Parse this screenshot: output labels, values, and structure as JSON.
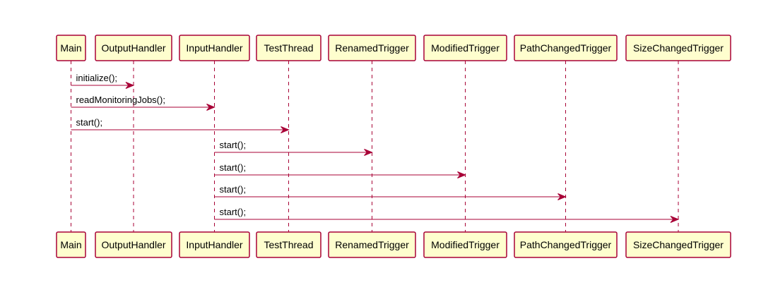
{
  "colors": {
    "box_fill": "#FEFECE",
    "stroke": "#A80036",
    "text": "#000000"
  },
  "participants": [
    {
      "name": "Main"
    },
    {
      "name": "OutputHandler"
    },
    {
      "name": "InputHandler"
    },
    {
      "name": "TestThread"
    },
    {
      "name": "RenamedTrigger"
    },
    {
      "name": "ModifiedTrigger"
    },
    {
      "name": "PathChangedTrigger"
    },
    {
      "name": "SizeChangedTrigger"
    }
  ],
  "messages": [
    {
      "from": 0,
      "to": 1,
      "label": "initialize();"
    },
    {
      "from": 0,
      "to": 2,
      "label": "readMonitoringJobs();"
    },
    {
      "from": 0,
      "to": 3,
      "label": "start();"
    },
    {
      "from": 2,
      "to": 4,
      "label": "start();"
    },
    {
      "from": 2,
      "to": 5,
      "label": "start();"
    },
    {
      "from": 2,
      "to": 6,
      "label": "start();"
    },
    {
      "from": 2,
      "to": 7,
      "label": "start();"
    }
  ]
}
